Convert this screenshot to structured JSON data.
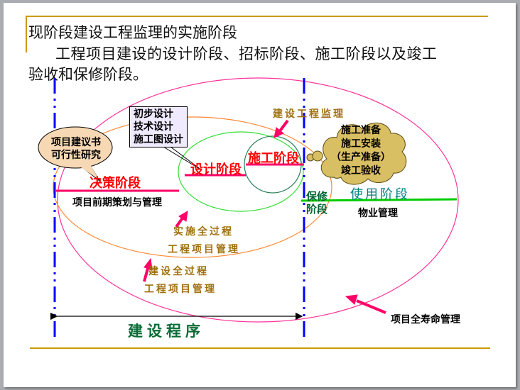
{
  "slide": {
    "title": "现阶段建设工程监理的实施阶段",
    "body_line1": "工程项目建设的设计阶段、招标阶段、施工阶段以及竣工",
    "body_line2": "验收和保修阶段。"
  },
  "diagram": {
    "phases": {
      "decision": "决策阶段",
      "design": "设计阶段",
      "construction": "施工阶段",
      "warranty": "保修\n阶段",
      "warranty_line1": "保修",
      "warranty_line2": "阶段",
      "usage": "使用阶段"
    },
    "sublabels": {
      "decision_mgmt": "项目前期策划与管理",
      "property_mgmt": "物业管理"
    },
    "bubble_decision": {
      "line1": "项目建议书",
      "line2": "可行性研究"
    },
    "box_design": {
      "line1": "初步设计",
      "line2": "技术设计",
      "line3": "施工图设计"
    },
    "cloud_construction": {
      "line1": "施工准备",
      "line2": "施工安装",
      "line3": "（生产准备）",
      "line4": "竣工验收"
    },
    "annotations": {
      "supervision": "建设工程监理",
      "impl_line1": "实施全过程",
      "impl_line2": "工程项目管理",
      "build_line1": "建设全过程",
      "build_line2": "工程项目管理",
      "lifecycle": "项目全寿命管理"
    },
    "span_label": "建设程序",
    "colors": {
      "gold_rule": "#cc9900",
      "blue_dashdot": "#0000ff",
      "pink_ellipse": "#ff3399",
      "orange_ellipse": "#ff8833",
      "green_ellipse": "#33dd33",
      "dark_green_circle": "#2e7d5b",
      "phase_red": "#ff0000",
      "phase_bar": "#ff0066",
      "usage_green": "#00cc00",
      "cloud_fill": "#d9bf63",
      "arrow": "#ff0066"
    }
  }
}
